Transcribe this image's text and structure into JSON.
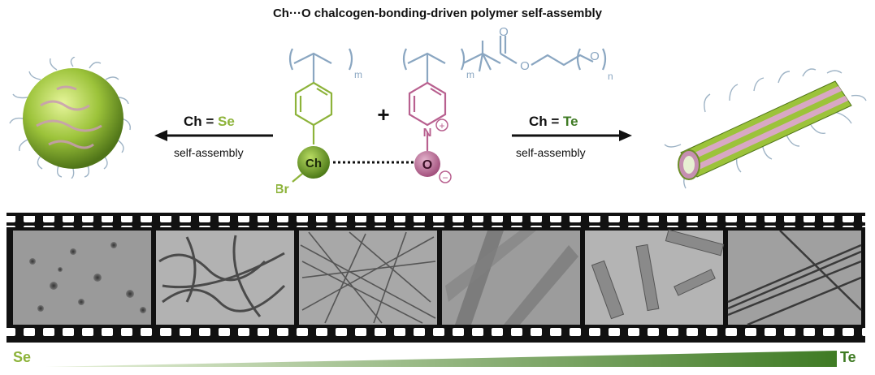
{
  "title": "Ch···O chalcogen-bonding-driven polymer self-assembly",
  "left_arrow": {
    "prefix": "Ch = ",
    "element": "Se",
    "caption": "self-assembly"
  },
  "right_arrow": {
    "prefix": "Ch = ",
    "element": "Te",
    "caption": "self-assembly"
  },
  "structure": {
    "plus": "+",
    "subscript_m_left": "m",
    "subscript_m_right": "m",
    "subscript_n": "n",
    "carbonyl_o": "O",
    "ester_o": "O",
    "ether_o": "O",
    "nitrogen": "N",
    "oxide_o": "O",
    "plus_charge": "+",
    "minus_charge": "−",
    "chalcogen": "Ch",
    "bromine": "Br"
  },
  "scale": {
    "left": "Se",
    "right": "Te"
  },
  "colors": {
    "green": "#8db33a",
    "dark_green": "#3f7b24",
    "pink": "#b8608f",
    "blue_grey": "#8aa6c1",
    "film": "#111111"
  },
  "micrograph_panels": [
    "spherical-micelles",
    "short-worm-like-fibers",
    "long-fiber-network",
    "wide-ribbons",
    "hollow-tubes",
    "nanotube-bundles"
  ]
}
